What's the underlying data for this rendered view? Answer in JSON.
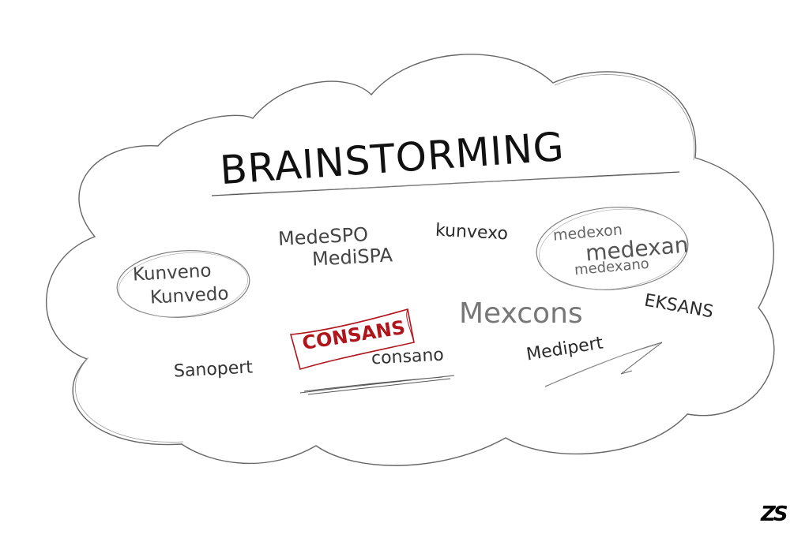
{
  "title": "BRAINSTORMING",
  "words": {
    "medespo": "MedeSPO",
    "medispa": "MediSPA",
    "kunvexo": "kunvexo",
    "kunveno": "Kunveno",
    "kunvedo": "Kunvedo",
    "medexon": "medexon",
    "medexan": "medexan",
    "medexano": "medexano",
    "mexcons": "Mexcons",
    "eksans": "EKSANS",
    "consans": "CONSANS",
    "consano": "consano",
    "medipert": "Medipert",
    "sanopert": "Sanopert"
  },
  "logo": "ZS",
  "colors": {
    "highlight": "#b0151b",
    "ink": "#2b2b2b",
    "sketch": "#555555"
  }
}
